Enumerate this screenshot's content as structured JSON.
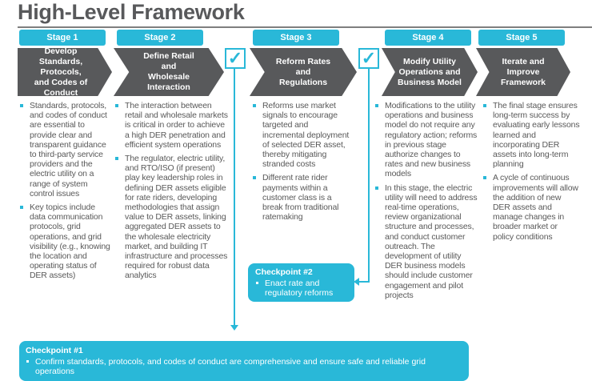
{
  "title": "High-Level Framework",
  "stages": [
    {
      "label": "Stage 1",
      "heading": [
        "Develop",
        "Standards, Protocols,",
        "and Codes of Conduct"
      ],
      "bullets": [
        "Standards, protocols, and codes of conduct are essential to provide clear and transparent guidance to third-party service providers and the electric utility on a range of system control issues",
        "Key topics include data communication protocols, grid operations, and grid visibility (e.g., knowing the location and operating status of DER assets)"
      ]
    },
    {
      "label": "Stage 2",
      "heading": [
        "Define Retail",
        "and",
        "Wholesale",
        "Interaction"
      ],
      "bullets": [
        "The interaction between retail and wholesale markets is critical in order to achieve a high DER penetration and efficient system operations",
        "The regulator, electric utility, and RTO/ISO (if present) play key leadership roles in defining DER assets eligible for rate riders, developing methodologies that assign value to DER assets, linking aggregated DER assets to the wholesale electricity market, and building IT infrastructure and processes required for robust data analytics"
      ]
    },
    {
      "label": "Stage 3",
      "heading": [
        "Reform Rates",
        "and",
        "Regulations"
      ],
      "bullets": [
        "Reforms use market signals to encourage targeted and incremental deployment of selected DER asset, thereby mitigating stranded costs",
        "Different rate rider payments within a customer class is a break from traditional ratemaking"
      ]
    },
    {
      "label": "Stage 4",
      "heading": [
        "Modify Utility",
        "Operations and",
        "Business Model"
      ],
      "bullets": [
        "Modifications to the utility operations and business model do not require any regulatory action; reforms in previous stage authorize changes to rates and new business models",
        "In this stage, the electric utility will need to address real-time operations, review organizational structure and processes, and conduct customer outreach. The development of utility DER business models should include customer engagement and pilot projects"
      ]
    },
    {
      "label": "Stage 5",
      "heading": [
        "Iterate and",
        "Improve",
        "Framework"
      ],
      "bullets": [
        "The final stage ensures long-term success by evaluating early lessons learned and incorporating DER assets into long-term planning",
        "A cycle of continuous improvements will allow the addition of new DER assets and manage changes in broader market or policy conditions"
      ]
    }
  ],
  "checkpoint1": {
    "title": "Checkpoint #1",
    "bullets": [
      "Confirm standards, protocols, and codes of conduct are comprehensive and ensure safe and reliable grid operations"
    ]
  },
  "checkpoint2": {
    "title": "Checkpoint #2",
    "bullets": [
      "Enact rate and regulatory reforms"
    ]
  },
  "colors": {
    "accent": "#29b8d8",
    "chevron": "#58595b"
  }
}
